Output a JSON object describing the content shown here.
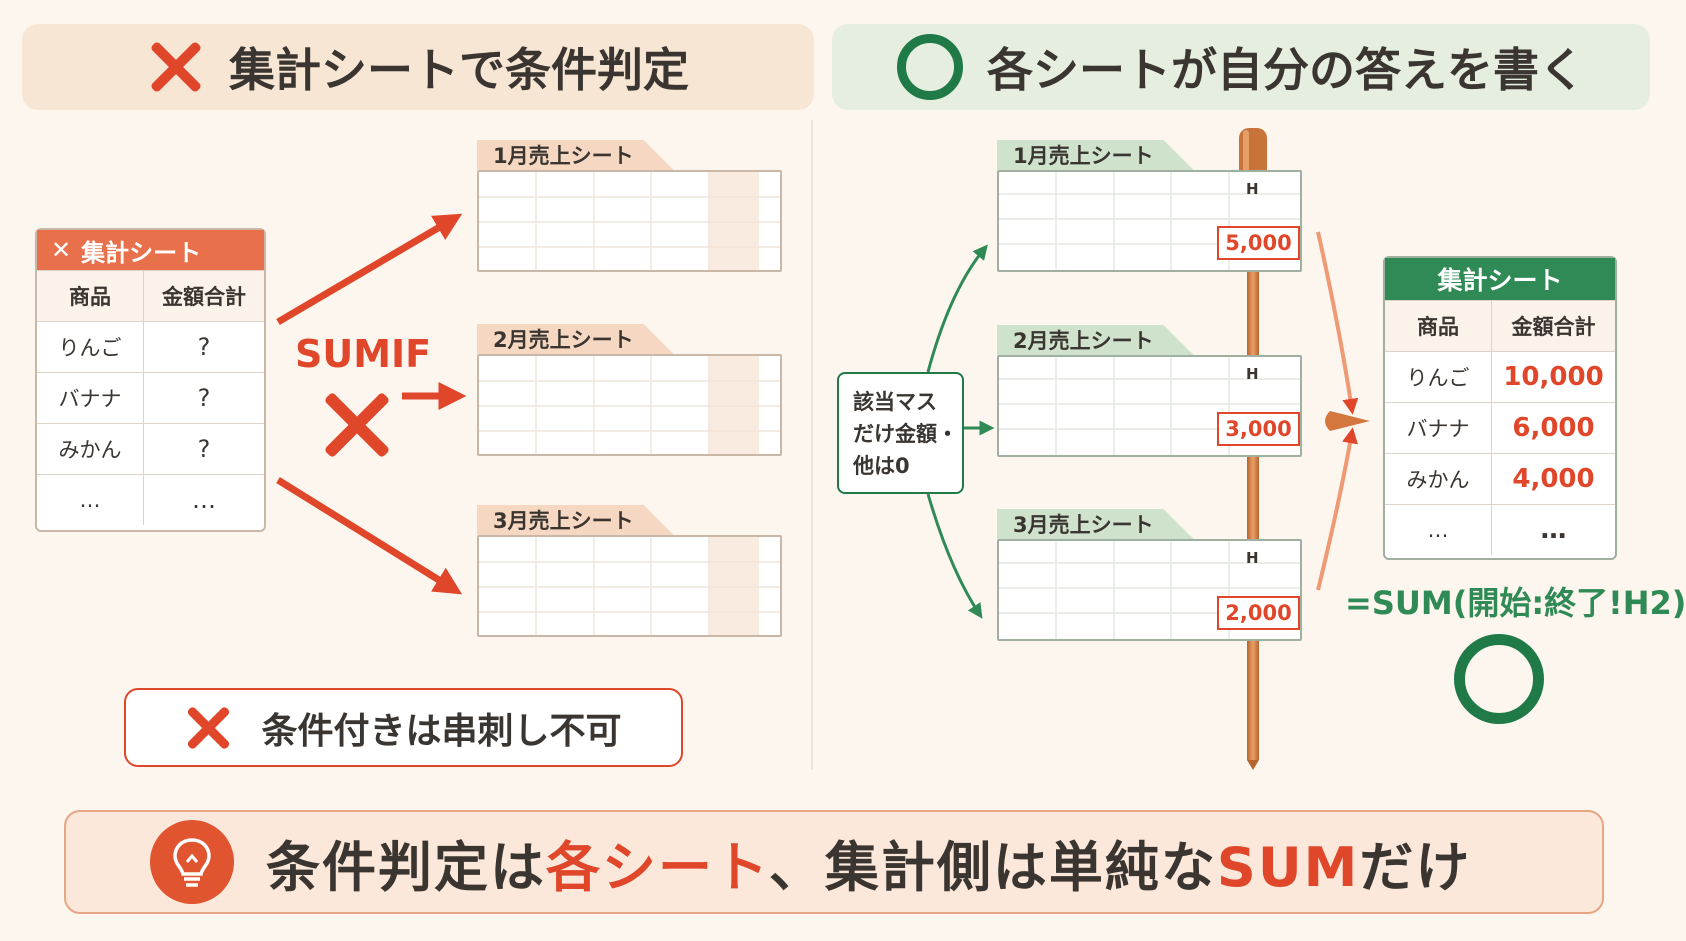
{
  "header_left": {
    "title": "集計シートで条件判定"
  },
  "header_right": {
    "title": "各シートが自分の答えを書く"
  },
  "left": {
    "summary_table": {
      "title": "集計シート",
      "title_mark": "✕",
      "col_headers": [
        "商品",
        "金額合計"
      ],
      "rows": [
        [
          "りんご",
          "?"
        ],
        [
          "バナナ",
          "?"
        ],
        [
          "みかん",
          "?"
        ],
        [
          "…",
          "…"
        ]
      ]
    },
    "sheets": [
      "1月売上シート",
      "2月売上シート",
      "3月売上シート"
    ],
    "arrow_label": "SUMIF",
    "note": "条件付きは串刺し不可"
  },
  "right": {
    "sheets": [
      {
        "name": "1月売上シート",
        "value": "5,000"
      },
      {
        "name": "2月売上シート",
        "value": "3,000"
      },
      {
        "name": "3月売上シート",
        "value": "2,000"
      }
    ],
    "col_letter": "H",
    "callout_lines": [
      "該当マス",
      "だけ金額・",
      "他は0"
    ],
    "result_table": {
      "title": "集計シート",
      "col_headers": [
        "商品",
        "金額合計"
      ],
      "rows": [
        [
          "りんご",
          "10,000"
        ],
        [
          "バナナ",
          "6,000"
        ],
        [
          "みかん",
          "4,000"
        ],
        [
          "…",
          "…"
        ]
      ]
    },
    "formula": "=SUM(開始:終了!H2)"
  },
  "banner": {
    "part1": "条件判定は",
    "part2": "各シート",
    "part3": "、集計側は単純な",
    "part4": "SUM",
    "part5": "だけ"
  },
  "colors": {
    "accent_red": "#e0462a",
    "accent_green": "#1f7a48",
    "background": "#fdf6ee"
  },
  "icons": [
    "cross-icon",
    "circle-ok-icon",
    "lightbulb-icon",
    "skewer-icon"
  ]
}
